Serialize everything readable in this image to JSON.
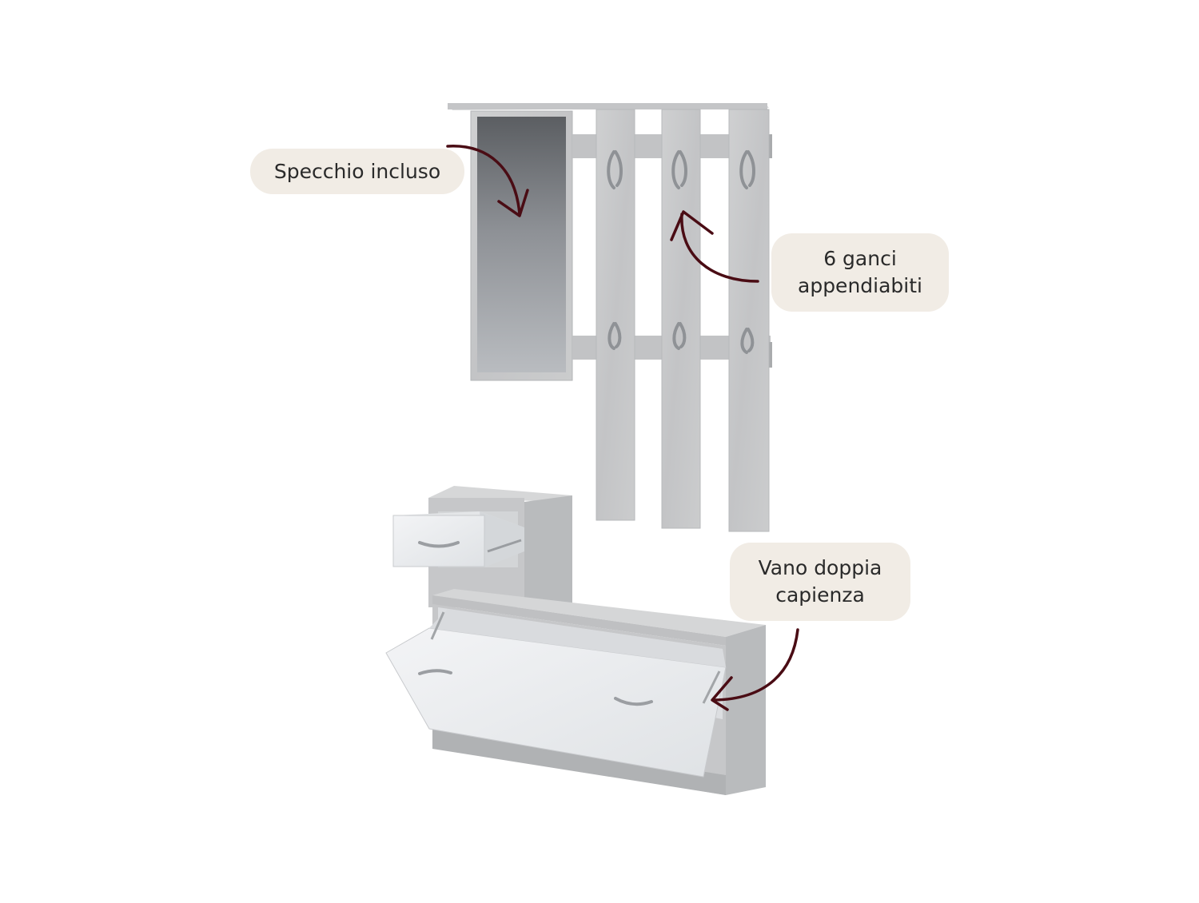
{
  "callouts": {
    "mirror": {
      "lines": [
        "Specchio incluso"
      ]
    },
    "hooks": {
      "lines": [
        "6 ganci",
        "appendiabiti"
      ]
    },
    "shoe": {
      "lines": [
        "Vano doppia",
        "capienza"
      ]
    }
  },
  "colors": {
    "callout_bg": "#f1ece5",
    "arrow": "#4a0c14",
    "panel": "#c9cacb",
    "panel_shade": "#aeb0b2",
    "mirror_dark": "#5d6064",
    "mirror_light": "#b7babe",
    "front_white": "#eef0f2"
  },
  "icons": [
    "hook-icon",
    "arrow-icon",
    "handle-icon"
  ]
}
